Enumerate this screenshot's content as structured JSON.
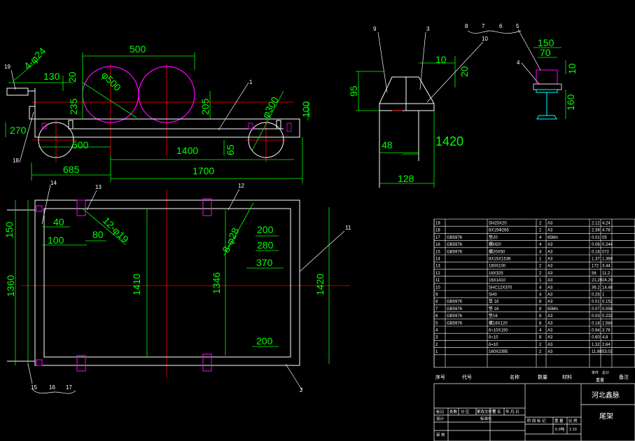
{
  "colors": {
    "bg": "#000000",
    "outline": "#ffffff",
    "dimension": "#00ff00",
    "center": "#ff0000",
    "pipe": "#ff00ff",
    "rail": "#00ffff",
    "leader": "#ffffff"
  },
  "front_view": {
    "dims": {
      "d_4phi24": "4-φ24",
      "d_130": "130",
      "d_20a": "20",
      "d_500top": "500",
      "d_phi500": "φ500",
      "d_235": "235",
      "d_205": "205",
      "d_phi300": "φ300",
      "d_100": "100",
      "d_270": "270",
      "d_500bot": "500",
      "d_1400": "1400",
      "d_65": "65",
      "d_685": "685",
      "d_1700": "1700"
    },
    "balloons": {
      "b19": "19",
      "b18": "18",
      "b1": "1"
    }
  },
  "side_view": {
    "dims": {
      "d_10": "10",
      "d_20": "20",
      "d_95": "95",
      "d_48": "48",
      "d_1420": "1420",
      "d_128": "128"
    },
    "balloons": {
      "b9": "9",
      "b3": "3",
      "b10": "10"
    }
  },
  "detail_view": {
    "dims": {
      "d_150": "150",
      "d_70": "70",
      "d_10": "10",
      "d_160": "160"
    },
    "balloons": {
      "b8": "8",
      "b7": "7",
      "b6": "6",
      "b5": "5",
      "b4": "4"
    }
  },
  "plan_view": {
    "dims": {
      "d_150": "150",
      "d_40": "40",
      "d_100": "100",
      "d_80": "80",
      "d_12phi19": "12-φ19",
      "d_8phi28": "8-φ28",
      "d_200a": "200",
      "d_280": "280",
      "d_370": "370",
      "d_1360": "1360",
      "d_1410": "1410",
      "d_1346": "1346",
      "d_1420": "1420",
      "d_200b": "200"
    },
    "balloons": {
      "b14": "14",
      "b13": "13",
      "b12": "12",
      "b11": "11",
      "b2": "2",
      "b15": "15",
      "b16": "16",
      "b17": "17"
    }
  },
  "bom": {
    "rows": [
      {
        "no": "19",
        "code": "",
        "name": "SH20X20",
        "qty": "2",
        "mat": "A3",
        "w1": "2.12",
        "w2": "4.24"
      },
      {
        "no": "18",
        "code": "",
        "name": "8X15Φ265",
        "qty": "2",
        "mat": "A3",
        "w1": "2.39",
        "w2": "4.78"
      },
      {
        "no": "17",
        "code": "GB5976",
        "name": "垫20",
        "qty": "4",
        "mat": "65Mn",
        "w1": "0.01",
        "w2": "05"
      },
      {
        "no": "16",
        "code": "GB5976",
        "name": "螺M20",
        "qty": "4",
        "mat": "A3",
        "w1": "0.06",
        "w2": "0.244"
      },
      {
        "no": "15",
        "code": "GB5976",
        "name": "螺20X50",
        "qty": "4",
        "mat": "A3",
        "w1": "0.18",
        "w2": "072"
      },
      {
        "no": "14",
        "code": "",
        "name": "8X15X1536",
        "qty": "1",
        "mat": "A3",
        "w1": "1.37",
        "w2": "1.369"
      },
      {
        "no": "13",
        "code": "",
        "name": "160X100",
        "qty": "2",
        "mat": "A3",
        "w1": "172",
        "w2": "3.44"
      },
      {
        "no": "12",
        "code": "",
        "name": "16X325",
        "qty": "2",
        "mat": "A3",
        "w1": "56",
        "w2": "11.2"
      },
      {
        "no": "11",
        "code": "",
        "name": "16X1410",
        "qty": "1",
        "mat": "A3",
        "w1": "21.29",
        "w2": "24.29"
      },
      {
        "no": "10",
        "code": "",
        "name": "SHC12X370",
        "qty": "4",
        "mat": "A3",
        "w1": "36.2",
        "w2": "14.48"
      },
      {
        "no": "9",
        "code": "",
        "name": "SH0",
        "qty": "4",
        "mat": "A3",
        "w1": "0.25",
        "w2": "1"
      },
      {
        "no": "8",
        "code": "GB5976",
        "name": "垫 16",
        "qty": "8",
        "mat": "A3",
        "w1": "0.01",
        "w2": "0.152"
      },
      {
        "no": "7",
        "code": "GB5976",
        "name": "垫 16",
        "qty": "8",
        "mat": "65Mn",
        "w1": "0.07",
        "w2": "0.056"
      },
      {
        "no": "6",
        "code": "GB5976",
        "name": "垫16",
        "qty": "8",
        "mat": "A3",
        "w1": "0.03",
        "w2": "0.232"
      },
      {
        "no": "5",
        "code": "GB5976",
        "name": "螺16X120",
        "qty": "8",
        "mat": "A3",
        "w1": "0.18",
        "w2": "1.584"
      },
      {
        "no": "4",
        "code": "",
        "name": "δ=10X150",
        "qty": "4",
        "mat": "A3",
        "w1": "0.94",
        "w2": "3.76"
      },
      {
        "no": "3",
        "code": "",
        "name": "δ=10",
        "qty": "8",
        "mat": "A3",
        "w1": "0.60",
        "w2": "4.8"
      },
      {
        "no": "2",
        "code": "",
        "name": "δ=10",
        "qty": "2",
        "mat": "A3",
        "w1": "1.32",
        "w2": "2.64"
      },
      {
        "no": "1",
        "code": "",
        "name": "160X2395",
        "qty": "2",
        "mat": "A3",
        "w1": "11.88",
        "w2": "53.02"
      }
    ],
    "header": {
      "no": "序号",
      "code": "代号",
      "name": "名称",
      "qty": "数量",
      "mat": "材料",
      "single": "单件",
      "total": "总计",
      "weight": "重量",
      "note": "备注"
    }
  },
  "title_block": {
    "company": "河北鑫脉",
    "drawing_name": "尾架",
    "scale": "1:10",
    "labels": {
      "mark": "标记",
      "count": "处数",
      "zone": "分 区",
      "change_doc": "更改文件号",
      "sign": "签 名",
      "date": "年.月.日",
      "design": "设计",
      "standard": "标准化",
      "stage_mark": "阶 段 标 记",
      "weight": "重 量",
      "scale": "比 例",
      "check": "审 核",
      "weight_val": "0.3吨"
    }
  }
}
